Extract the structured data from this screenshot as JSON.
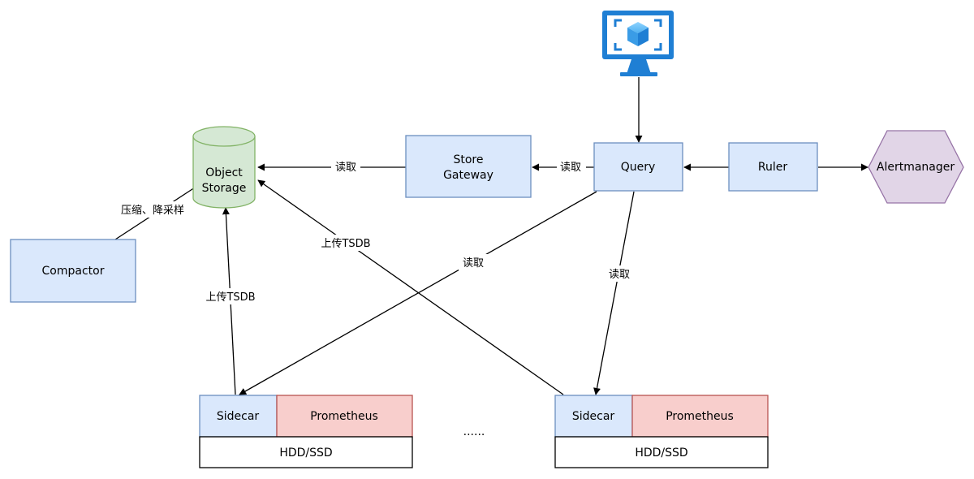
{
  "nodes": {
    "object_storage": {
      "line1": "Object",
      "line2": "Storage"
    },
    "store_gateway": {
      "line1": "Store",
      "line2": "Gateway"
    },
    "query": {
      "label": "Query"
    },
    "ruler": {
      "label": "Ruler"
    },
    "alertmanager": {
      "label": "Alertmanager"
    },
    "compactor": {
      "label": "Compactor"
    },
    "sidecar_left": {
      "label": "Sidecar"
    },
    "prometheus_left": {
      "label": "Prometheus"
    },
    "disk_left": {
      "label": "HDD/SSD"
    },
    "sidecar_right": {
      "label": "Sidecar"
    },
    "prometheus_right": {
      "label": "Prometheus"
    },
    "disk_right": {
      "label": "HDD/SSD"
    },
    "ellipsis": {
      "label": "......"
    },
    "client": {
      "icon": "monitor-cube-icon"
    }
  },
  "edges": {
    "store_gateway_to_object_storage": "读取",
    "query_to_store_gateway": "读取",
    "compactor_to_object_storage": "压缩、降采样",
    "right_sidecar_to_object_storage": "上传TSDB",
    "left_sidecar_to_object_storage": "上传TSDB",
    "query_to_left_sidecar": "读取",
    "query_to_right_sidecar": "读取"
  },
  "colors": {
    "blue_fill": "#dae8fc",
    "blue_stroke": "#6c8ebf",
    "green_fill": "#d5e8d4",
    "green_stroke": "#82b366",
    "red_fill": "#f8cecc",
    "red_stroke": "#b85450",
    "purple_fill": "#e1d5e7",
    "purple_stroke": "#9673a6",
    "monitor_blue": "#1f7fd4"
  }
}
